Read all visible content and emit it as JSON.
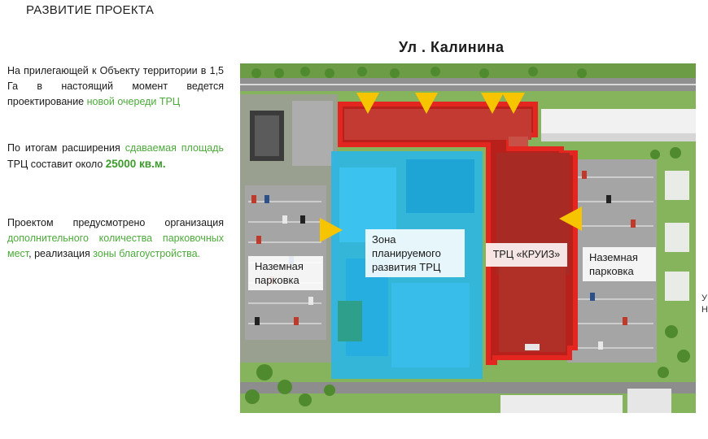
{
  "heading": "РАЗВИТИЕ ПРОЕКТА",
  "street_top": "Ул . Калинина",
  "street_side": "У Н",
  "paragraph1": {
    "text": "На прилегающей к Объекту территории в 1,5 Га в настоящий момент ведется проектирование ",
    "highlight": "новой очереди ТРЦ"
  },
  "paragraph2": {
    "text1": "По итогам расширения ",
    "highlight": "сдаваемая площадь",
    "text2": " ТРЦ составит около ",
    "big": "25000 кв.м."
  },
  "paragraph3": {
    "text1": "Проектом предусмотрено организация ",
    "highlight1": "дополнительного количества парковочных мест",
    "text2": ", реализация ",
    "highlight2": "зоны благоустройства."
  },
  "labels": {
    "zone": "Зона планируемого развития ТРЦ",
    "kruiz": "ТРЦ «КРУИЗ»",
    "parking_left": "Наземная парковка",
    "parking_right": "Наземная парковка"
  },
  "colors": {
    "accent_green": "#4caa3a",
    "zone_blue": "#2ab6e6",
    "existing_red": "#d42a25",
    "arrow_yellow": "#f7c400"
  },
  "icons": {
    "arrow": "yellow-triangle-arrow"
  }
}
